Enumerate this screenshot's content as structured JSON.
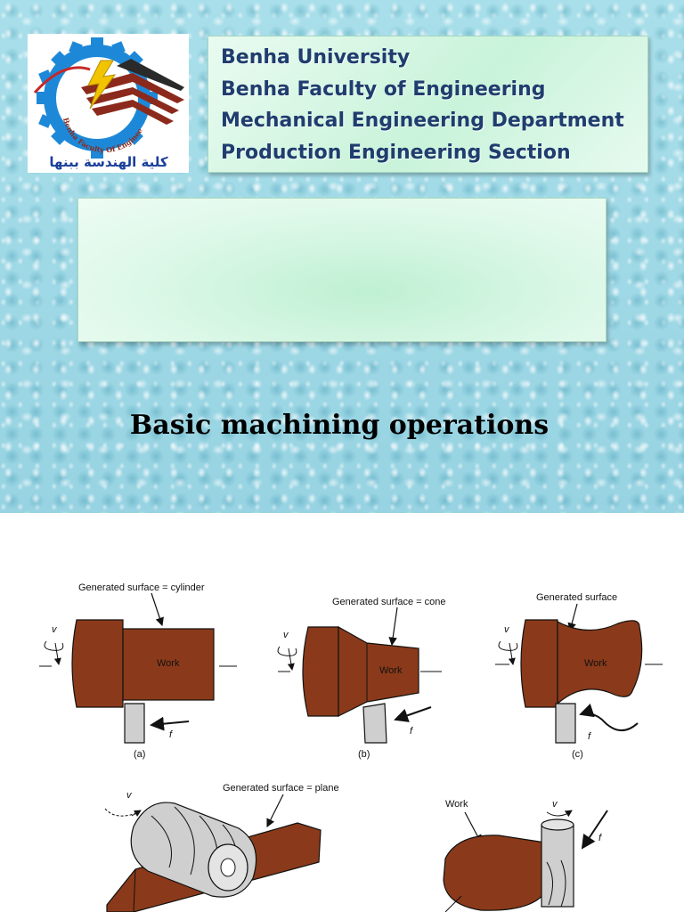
{
  "slide": {
    "logo": {
      "seal_text": "Benha Faculty Of Engineering",
      "arabic_text": "كلية الهندسة ببنها",
      "colors": {
        "gear": "#1e88d8",
        "bolt": "#f2c400",
        "bands": "#8b2a1c"
      }
    },
    "header_lines": [
      "Benha University",
      "Benha Faculty of Engineering",
      "Mechanical Engineering Department",
      "Production Engineering Section"
    ],
    "title": "Basic machining operations"
  },
  "figure": {
    "colors": {
      "work": "#8a3a1a",
      "tool": "#cfcfcf",
      "outline": "#111111"
    },
    "panels": [
      {
        "id": "a",
        "caption": "(a)",
        "generated_surface": "Generated surface = cylinder",
        "work_label": "Work",
        "speed_label": "v",
        "feed_label": "f"
      },
      {
        "id": "b",
        "caption": "(b)",
        "generated_surface": "Generated surface = cone",
        "work_label": "Work",
        "speed_label": "v",
        "feed_label": "f"
      },
      {
        "id": "c",
        "caption": "(c)",
        "generated_surface": "Generated surface",
        "work_label": "Work",
        "speed_label": "v",
        "feed_label": "f"
      },
      {
        "id": "d",
        "generated_surface": "Generated surface = plane",
        "speed_label": "v"
      },
      {
        "id": "e",
        "work_label": "Work",
        "speed_label": "v",
        "feed_label": "f"
      }
    ]
  }
}
